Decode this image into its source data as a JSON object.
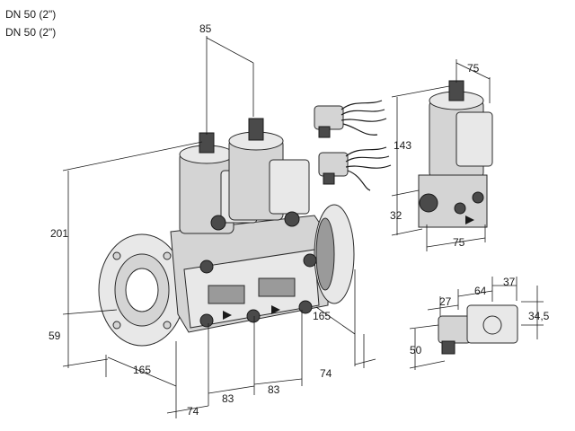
{
  "header": {
    "line1": "DN 50 (2\")",
    "line2": "DN 50 (2\")"
  },
  "dimensions": {
    "d85": "85",
    "d75_top": "75",
    "d143": "143",
    "d201": "201",
    "d32": "32",
    "d75_side": "75",
    "d27": "27",
    "d64": "64",
    "d37": "37",
    "d34_5": "34,5",
    "d59": "59",
    "d165_left": "165",
    "d165_right": "165",
    "d74_right": "74",
    "d50": "50",
    "d83_a": "83",
    "d83_b": "83",
    "d74_bottom": "74"
  }
}
